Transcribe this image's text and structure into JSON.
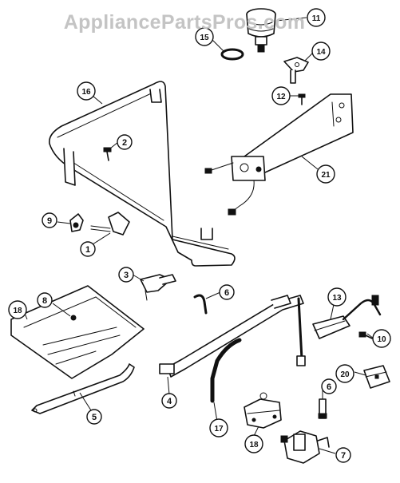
{
  "watermark": "AppliancePartsPros.com",
  "callouts": [
    {
      "id": "c1",
      "label": "1"
    },
    {
      "id": "c2",
      "label": "2"
    },
    {
      "id": "c3",
      "label": "3"
    },
    {
      "id": "c4",
      "label": "4"
    },
    {
      "id": "c5",
      "label": "5"
    },
    {
      "id": "c6a",
      "label": "6"
    },
    {
      "id": "c6b",
      "label": "6"
    },
    {
      "id": "c7",
      "label": "7"
    },
    {
      "id": "c8",
      "label": "8"
    },
    {
      "id": "c9",
      "label": "9"
    },
    {
      "id": "c10",
      "label": "10"
    },
    {
      "id": "c11",
      "label": "11"
    },
    {
      "id": "c12",
      "label": "12"
    },
    {
      "id": "c13",
      "label": "13"
    },
    {
      "id": "c14",
      "label": "14"
    },
    {
      "id": "c15",
      "label": "15"
    },
    {
      "id": "c16",
      "label": "16"
    },
    {
      "id": "c17",
      "label": "17"
    },
    {
      "id": "c18a",
      "label": "18"
    },
    {
      "id": "c18b",
      "label": "18"
    },
    {
      "id": "c20",
      "label": "20"
    },
    {
      "id": "c21",
      "label": "21"
    }
  ]
}
